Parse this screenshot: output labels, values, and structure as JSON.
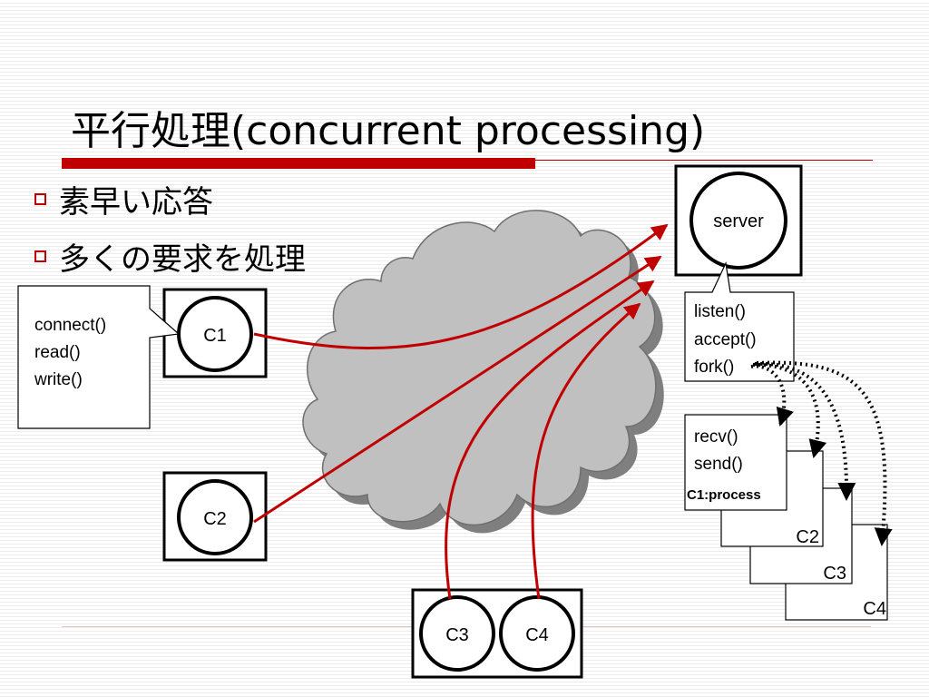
{
  "slide": {
    "title": "平行処理(concurrent processing)",
    "bullets": [
      "素早い応答",
      "多くの要求を処理"
    ]
  },
  "colors": {
    "accent": "#c00000",
    "cloud": "#c0c0c0",
    "cloud_shadow": "#7f7f7f"
  },
  "diagram": {
    "server_label": "server",
    "clients": {
      "c1": "C1",
      "c2": "C2",
      "c3": "C3",
      "c4": "C4"
    },
    "client_callout": [
      "connect()",
      "read()",
      "write()"
    ],
    "server_callout": [
      "listen()",
      "accept()",
      "fork()"
    ],
    "process": {
      "lines": [
        "recv()",
        "send()"
      ],
      "name": "C1:process",
      "copies": [
        "C2",
        "C3",
        "C4"
      ]
    }
  }
}
